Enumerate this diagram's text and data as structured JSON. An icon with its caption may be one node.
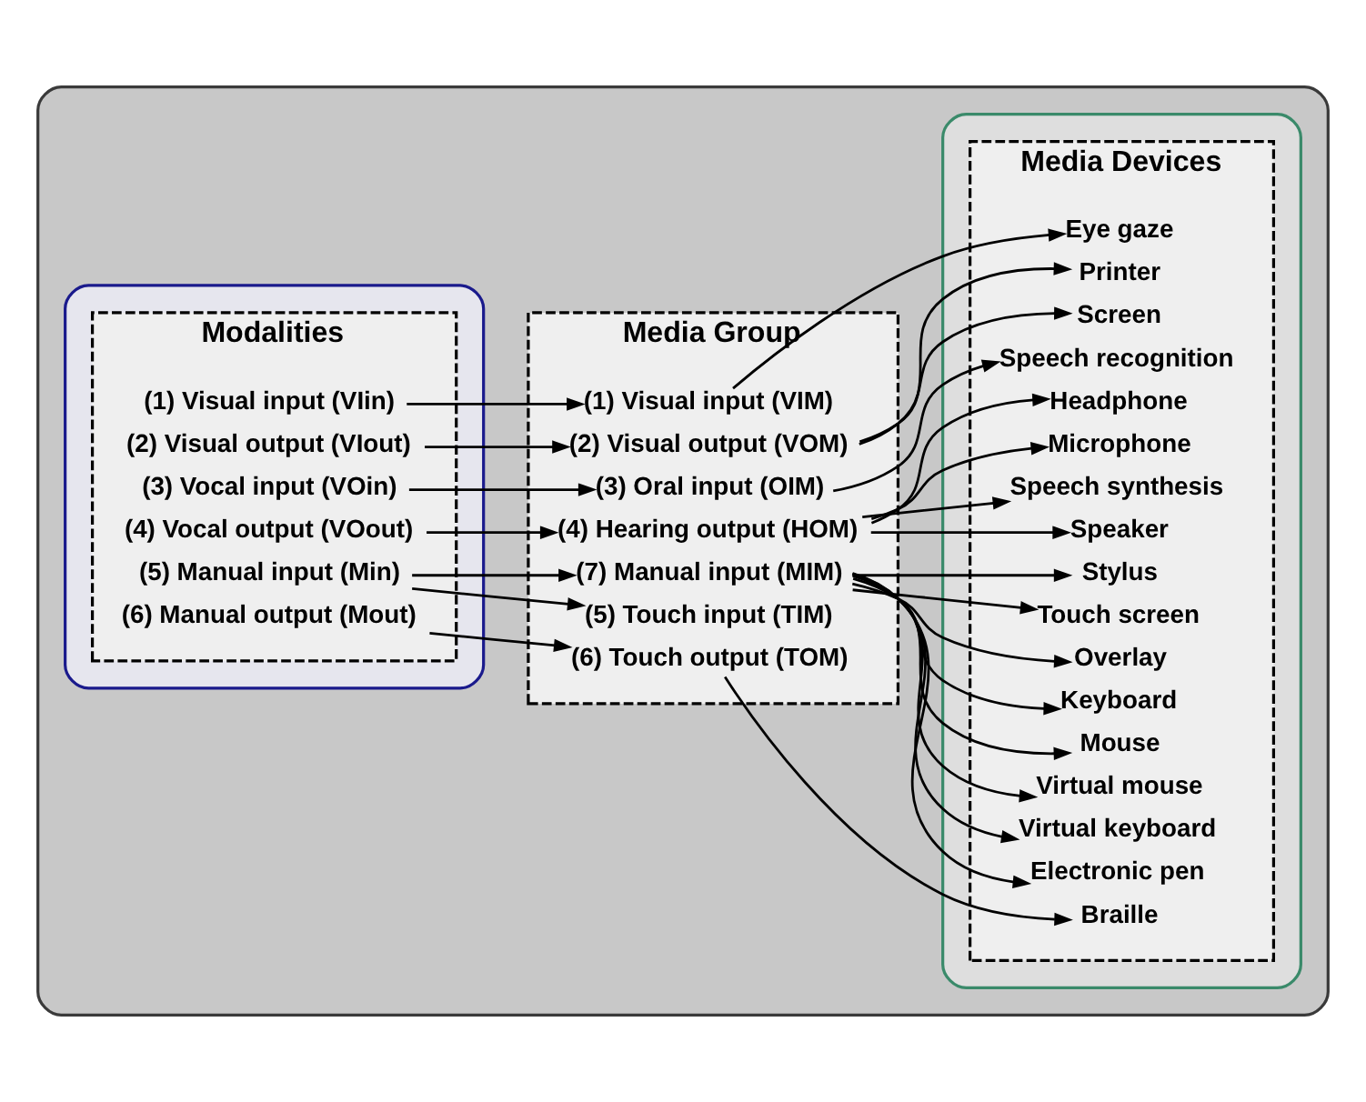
{
  "diagram": {
    "nodes": [
      {
        "text": [],
        "shape": "box"
      },
      {
        "text": [],
        "shape": "box",
        "in": 0
      },
      {
        "text": [],
        "shape": "box",
        "in": 0
      },
      {
        "text": [
          "Modalities"
        ],
        "in": 1
      },
      {
        "text": [
          "(1) Visual input (VIin)"
        ],
        "in": 3
      },
      {
        "text": [
          "(2) Visual output (VIout)"
        ],
        "in": 3
      },
      {
        "text": [
          "(3) Vocal input (VOin)"
        ],
        "in": 3
      },
      {
        "text": [
          "(4) Vocal output (VOout)"
        ],
        "in": 3
      },
      {
        "text": [
          "(5) Manual input (Min)"
        ],
        "in": 3
      },
      {
        "text": [
          "(6) Manual output (Mout)"
        ],
        "in": 3
      },
      {
        "text": [
          "Media Group"
        ],
        "in": 0
      },
      {
        "text": [
          "(1) Visual input (VIM)"
        ],
        "in": 10
      },
      {
        "text": [
          "(2) Visual output (VOM)"
        ],
        "in": 10
      },
      {
        "text": [
          "(3) Oral input (OIM)"
        ],
        "in": 10
      },
      {
        "text": [
          "(4) Hearing output (HOM)"
        ],
        "in": 10
      },
      {
        "text": [
          "(5) Touch input (TIM)"
        ],
        "in": 10
      },
      {
        "text": [
          "(6) Touch output (TOM)"
        ],
        "in": 10
      },
      {
        "text": [
          "(7) Manual input (MIM)"
        ],
        "in": 10
      },
      {
        "text": [
          "Media Devices"
        ],
        "in": 2
      },
      {
        "text": [
          "Eye gaze"
        ],
        "in": 18
      },
      {
        "text": [
          "Screen"
        ],
        "in": 18
      },
      {
        "text": [
          "Printer"
        ],
        "in": 18
      },
      {
        "text": [
          "Speech recognition"
        ],
        "in": 18
      },
      {
        "text": [
          "Microphone"
        ],
        "in": 18
      },
      {
        "text": [
          "Speech synthesis"
        ],
        "in": 18
      },
      {
        "text": [
          "Speaker"
        ],
        "in": 18
      },
      {
        "text": [
          "Headphone"
        ],
        "in": 18
      },
      {
        "text": [
          "Braille"
        ],
        "in": 18
      },
      {
        "text": [
          "Touch screen"
        ],
        "in": 18
      },
      {
        "text": [
          "Overlay"
        ],
        "in": 18
      },
      {
        "text": [
          "Keyboard"
        ],
        "in": 18
      },
      {
        "text": [
          "Mouse"
        ],
        "in": 18
      },
      {
        "text": [
          "Virtual mouse"
        ],
        "in": 18
      },
      {
        "text": [
          "Virtual keyboard"
        ],
        "in": 18
      },
      {
        "text": [
          "Electronic pen"
        ],
        "in": 18
      },
      {
        "text": [
          "Stylus"
        ],
        "in": 18
      }
    ],
    "edges": [
      {
        "from": 4,
        "to": 11,
        "arrow": "to"
      },
      {
        "from": 5,
        "to": 12,
        "arrow": "to"
      },
      {
        "from": 6,
        "to": 13,
        "arrow": "to"
      },
      {
        "from": 7,
        "to": 14,
        "arrow": "to"
      },
      {
        "from": 8,
        "to": 15,
        "arrow": "to"
      },
      {
        "from": 8,
        "to": 17,
        "arrow": "to"
      },
      {
        "from": 9,
        "to": 16,
        "arrow": "to"
      },
      {
        "from": 11,
        "to": 19,
        "arrow": "to"
      },
      {
        "from": 12,
        "to": 20,
        "arrow": "to"
      },
      {
        "from": 12,
        "to": 21,
        "arrow": "to"
      },
      {
        "from": 13,
        "to": 22,
        "arrow": "to"
      },
      {
        "from": 14,
        "to": 23,
        "arrow": "to"
      },
      {
        "from": 14,
        "to": 24,
        "arrow": "to"
      },
      {
        "from": 14,
        "to": 25,
        "arrow": "to"
      },
      {
        "from": 14,
        "to": 26,
        "arrow": "to"
      },
      {
        "from": 16,
        "to": 27,
        "arrow": "to"
      },
      {
        "from": 17,
        "to": 28,
        "arrow": "to"
      },
      {
        "from": 17,
        "to": 29,
        "arrow": "to"
      },
      {
        "from": 17,
        "to": 30,
        "arrow": "to"
      },
      {
        "from": 17,
        "to": 31,
        "arrow": "to"
      },
      {
        "from": 17,
        "to": 32,
        "arrow": "to"
      },
      {
        "from": 17,
        "to": 33,
        "arrow": "to"
      },
      {
        "from": 17,
        "to": 34,
        "arrow": "to"
      },
      {
        "from": 17,
        "to": 35,
        "arrow": "to"
      }
    ]
  }
}
